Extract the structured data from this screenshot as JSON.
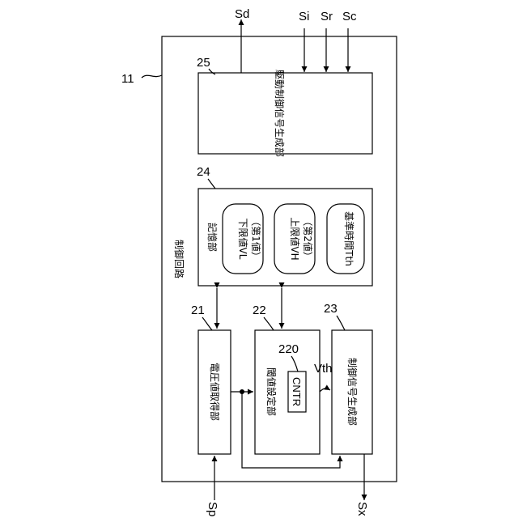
{
  "refs": {
    "circuit": "11",
    "voltage_block": "21",
    "threshold_block": "22",
    "control_block": "23",
    "memory_block": "24",
    "drive_block": "25",
    "counter": "220"
  },
  "signals": {
    "sd": "Sd",
    "si": "Si",
    "sr": "Sr",
    "sc": "Sc",
    "sp": "Sp",
    "sx": "Sx",
    "vth": "Vth"
  },
  "labels": {
    "circuit": "制御回路",
    "drive": "駆動制御信号生成部",
    "memory": "記憶部",
    "lower_limit": "下限値VL",
    "lower_limit_sub": "（第1値）",
    "upper_limit": "上限値VH",
    "upper_limit_sub": "（第2値）",
    "ref_time": "基準時間Tth",
    "voltage": "電圧値取得部",
    "threshold": "閾値設定部",
    "counter": "CNTR",
    "control": "制御信号生成部"
  }
}
